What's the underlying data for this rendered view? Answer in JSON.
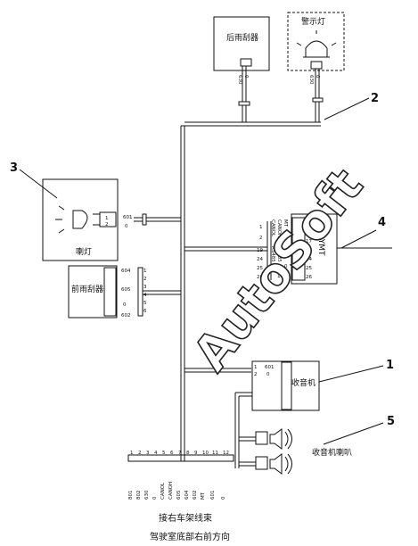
{
  "components": {
    "rear_wiper": "后雨刮器",
    "warning_light": "警示灯",
    "horn": "喇灯",
    "front_wiper": "前雨刮器",
    "radio": "收音机",
    "speaker": "收音机喇叭",
    "symt": "SYMT"
  },
  "callouts": [
    "1",
    "2",
    "3",
    "4",
    "5"
  ],
  "rear_wiper_pins": [
    "630",
    "0"
  ],
  "warning_pins": [
    "630",
    "0"
  ],
  "horn_pins": [
    "601",
    "0"
  ],
  "horn_conn_pins": [
    "1",
    "2"
  ],
  "symt_wires": [
    "CANOL",
    "CANOH",
    "MT",
    "RS485 B",
    "RS485 A",
    "0",
    "100"
  ],
  "symt_pins": [
    "1",
    "2",
    "17",
    "19",
    "24",
    "25",
    "26"
  ],
  "symt_left_pins": [
    "1",
    "2",
    "19",
    "24",
    "25",
    "26"
  ],
  "front_wiper_wires": [
    "604",
    "605",
    "0",
    "602"
  ],
  "front_wiper_pins": [
    "1",
    "2",
    "3",
    "4",
    "5",
    "6"
  ],
  "radio_wires": [
    "601",
    "0"
  ],
  "radio_pins": [
    "1",
    "2"
  ],
  "bottom_pins": [
    "1",
    "2",
    "3",
    "4",
    "5",
    "6",
    "7",
    "8",
    "9",
    "10",
    "11",
    "12"
  ],
  "bottom_wires": [
    "801",
    "802",
    "630",
    "0",
    "CANOL",
    "CANOH",
    "605",
    "604",
    "602",
    "MT",
    "601",
    "0"
  ],
  "caption_line1": "接右车架线束",
  "caption_line2": "驾驶室底部右前方向",
  "watermark": "AutoSoft"
}
